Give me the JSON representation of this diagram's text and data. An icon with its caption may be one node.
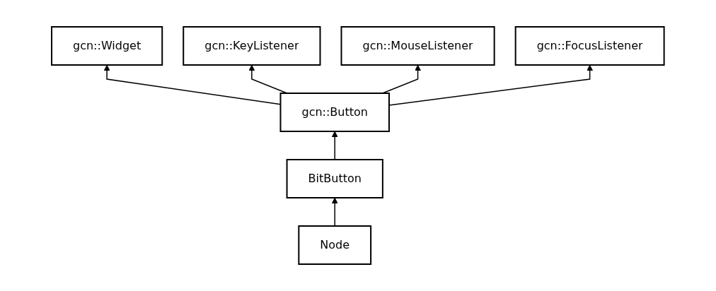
{
  "diagram": {
    "nodes": [
      {
        "text": [
          "gcn::Widget"
        ]
      },
      {
        "text": [
          "gcn::KeyListener"
        ]
      },
      {
        "text": [
          "gcn::MouseListener"
        ]
      },
      {
        "text": [
          "gcn::FocusListener"
        ]
      },
      {
        "text": [
          "gcn::Button"
        ]
      },
      {
        "text": [
          "BitButton"
        ]
      },
      {
        "text": [
          "Node"
        ]
      }
    ],
    "edges": [
      {
        "from": 4,
        "to": 0,
        "arrow": "to"
      },
      {
        "from": 4,
        "to": 1,
        "arrow": "to"
      },
      {
        "from": 4,
        "to": 2,
        "arrow": "to"
      },
      {
        "from": 4,
        "to": 3,
        "arrow": "to"
      },
      {
        "from": 5,
        "to": 4,
        "arrow": "to"
      },
      {
        "from": 6,
        "to": 5,
        "arrow": "to"
      }
    ]
  }
}
